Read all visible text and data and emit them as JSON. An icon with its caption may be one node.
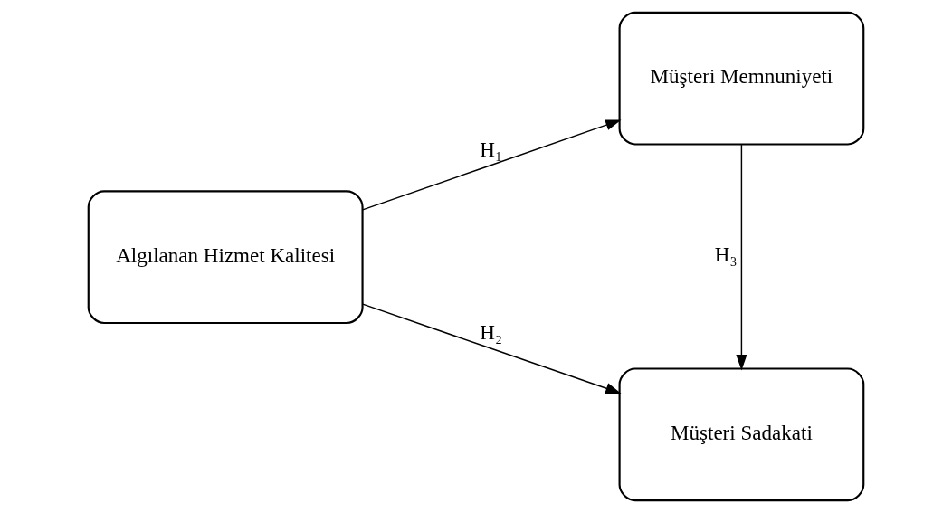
{
  "diagram": {
    "nodes": [
      {
        "text": [
          "Algılanan Hizmet Kalitesi"
        ]
      },
      {
        "text": [
          "Müşteri Memnuniyeti"
        ]
      },
      {
        "text": [
          "Müşteri Sadakati"
        ]
      }
    ],
    "edges": [
      {
        "from": 0,
        "to": 1,
        "arrow": "to",
        "label": "H₁"
      },
      {
        "from": 0,
        "to": 2,
        "arrow": "to",
        "label": "H₂"
      },
      {
        "from": 1,
        "to": 2,
        "arrow": "to",
        "label": "H₃"
      }
    ]
  }
}
